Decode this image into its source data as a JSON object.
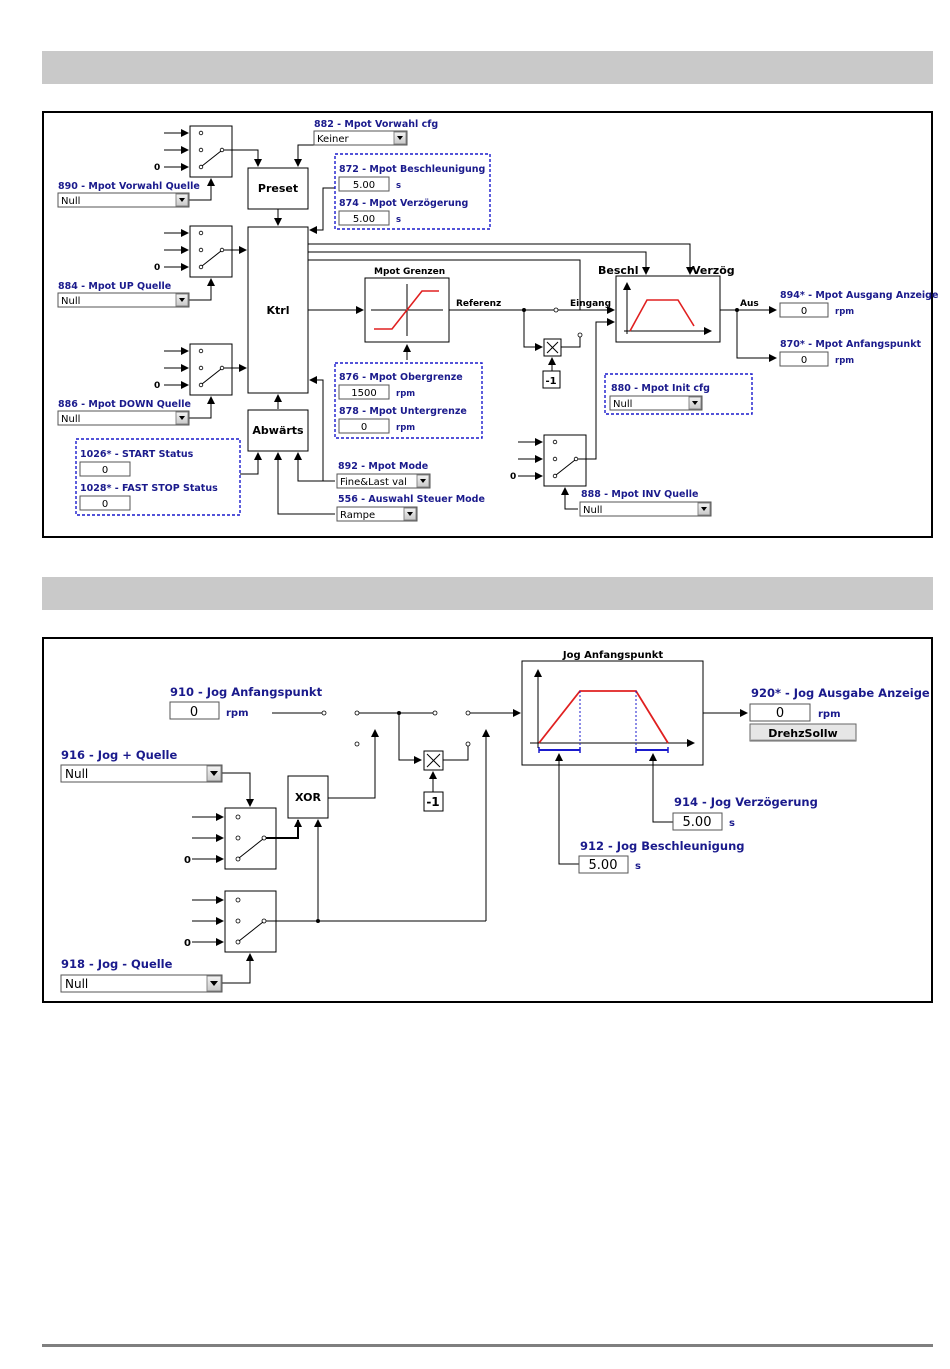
{
  "mpot": {
    "preset_block": "Preset",
    "ktrl_block": "Ktrl",
    "abwaerts_block": "Abwärts",
    "grenzen_title": "Mpot Grenzen",
    "referenz": "Referenz",
    "eingang": "Eingang",
    "aus": "Aus",
    "beschl": "Beschl",
    "verzoeg": "Verzög",
    "minus_one": "-1",
    "zero": "0",
    "vorwahl_cfg": {
      "label": "882 - Mpot Vorwahl cfg",
      "value": "Keiner"
    },
    "vorwahl_quelle": {
      "label": "890 - Mpot Vorwahl Quelle",
      "value": "Null"
    },
    "up_quelle": {
      "label": "884 - Mpot UP Quelle",
      "value": "Null"
    },
    "down_quelle": {
      "label": "886 - Mpot DOWN Quelle",
      "value": "Null"
    },
    "beschleunigung": {
      "label": "872 - Mpot Beschleunigung",
      "value": "5.00",
      "unit": "s"
    },
    "verzoegerung": {
      "label": "874 - Mpot Verzögerung",
      "value": "5.00",
      "unit": "s"
    },
    "obergrenze": {
      "label": "876 - Mpot Obergrenze",
      "value": "1500",
      "unit": "rpm"
    },
    "untergrenze": {
      "label": "878 - Mpot Untergrenze",
      "value": "0",
      "unit": "rpm"
    },
    "start_status": {
      "label": "1026* - START Status",
      "value": "0"
    },
    "fast_stop_status": {
      "label": "1028* - FAST STOP Status",
      "value": "0"
    },
    "mode": {
      "label": "892 - Mpot Mode",
      "value": "Fine&Last val"
    },
    "steuer_mode": {
      "label": "556 - Auswahl Steuer Mode",
      "value": "Rampe"
    },
    "ausgang_anzeige": {
      "label": "894* - Mpot Ausgang Anzeige",
      "value": "0",
      "unit": "rpm"
    },
    "anfangspunkt": {
      "label": "870* - Mpot Anfangspunkt",
      "value": "0",
      "unit": "rpm"
    },
    "init_cfg": {
      "label": "880 - Mpot Init cfg",
      "value": "Null"
    },
    "inv_quelle": {
      "label": "888 - Mpot INV Quelle",
      "value": "Null"
    }
  },
  "jog": {
    "anfangspunkt_title": "Jog Anfangspunkt",
    "xor_block": "XOR",
    "minus_one": "-1",
    "zero": "0",
    "anfangspunkt": {
      "label": "910 - Jog Anfangspunkt",
      "value": "0",
      "unit": "rpm"
    },
    "plus_quelle": {
      "label": "916 - Jog + Quelle",
      "value": "Null"
    },
    "minus_quelle": {
      "label": "918 - Jog - Quelle",
      "value": "Null"
    },
    "ausgabe_anzeige": {
      "label": "920* - Jog Ausgabe Anzeige",
      "value": "0",
      "unit": "rpm"
    },
    "drehz_button": "DrehzSollw",
    "verzoegerung": {
      "label": "914 - Jog Verzögerung",
      "value": "5.00",
      "unit": "s"
    },
    "beschleunigung": {
      "label": "912 - Jog Beschleunigung",
      "value": "5.00",
      "unit": "s"
    }
  },
  "colors": {
    "band": "#c9c9c9",
    "label": "#1a1a8c",
    "ramp": "#e02020",
    "ramp_marker": "#1a1acc"
  }
}
